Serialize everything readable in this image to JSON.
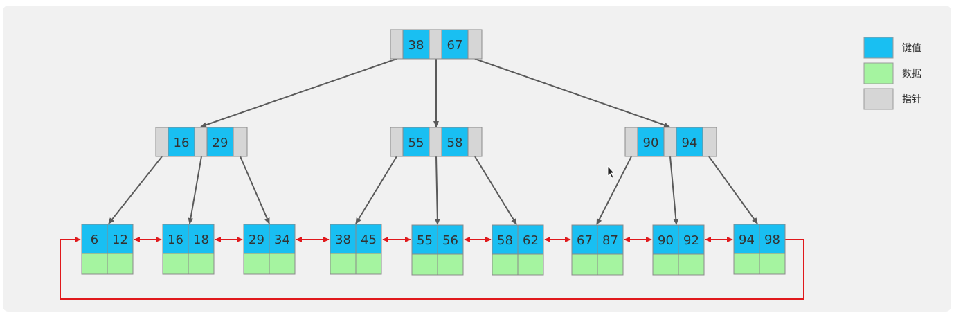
{
  "colors": {
    "key": "#19bff2",
    "data": "#a5f4a0",
    "pointer": "#d6d6d6",
    "tree_edge": "#5a5a5a",
    "leaf_link": "#e0191c",
    "background": "#f1f1f1"
  },
  "tree": {
    "root": {
      "keys": [
        "38",
        "67"
      ]
    },
    "internal": [
      {
        "keys": [
          "16",
          "29"
        ]
      },
      {
        "keys": [
          "55",
          "58"
        ]
      },
      {
        "keys": [
          "90",
          "94"
        ]
      }
    ],
    "leaves": [
      {
        "keys": [
          "6",
          "12"
        ]
      },
      {
        "keys": [
          "16",
          "18"
        ]
      },
      {
        "keys": [
          "29",
          "34"
        ]
      },
      {
        "keys": [
          "38",
          "45"
        ]
      },
      {
        "keys": [
          "55",
          "56"
        ]
      },
      {
        "keys": [
          "58",
          "62"
        ]
      },
      {
        "keys": [
          "67",
          "87"
        ]
      },
      {
        "keys": [
          "90",
          "92"
        ]
      },
      {
        "keys": [
          "94",
          "98"
        ]
      }
    ]
  },
  "legend": [
    {
      "label": "键值",
      "color_key": "key"
    },
    {
      "label": "数据",
      "color_key": "data"
    },
    {
      "label": "指针",
      "color_key": "pointer"
    }
  ]
}
